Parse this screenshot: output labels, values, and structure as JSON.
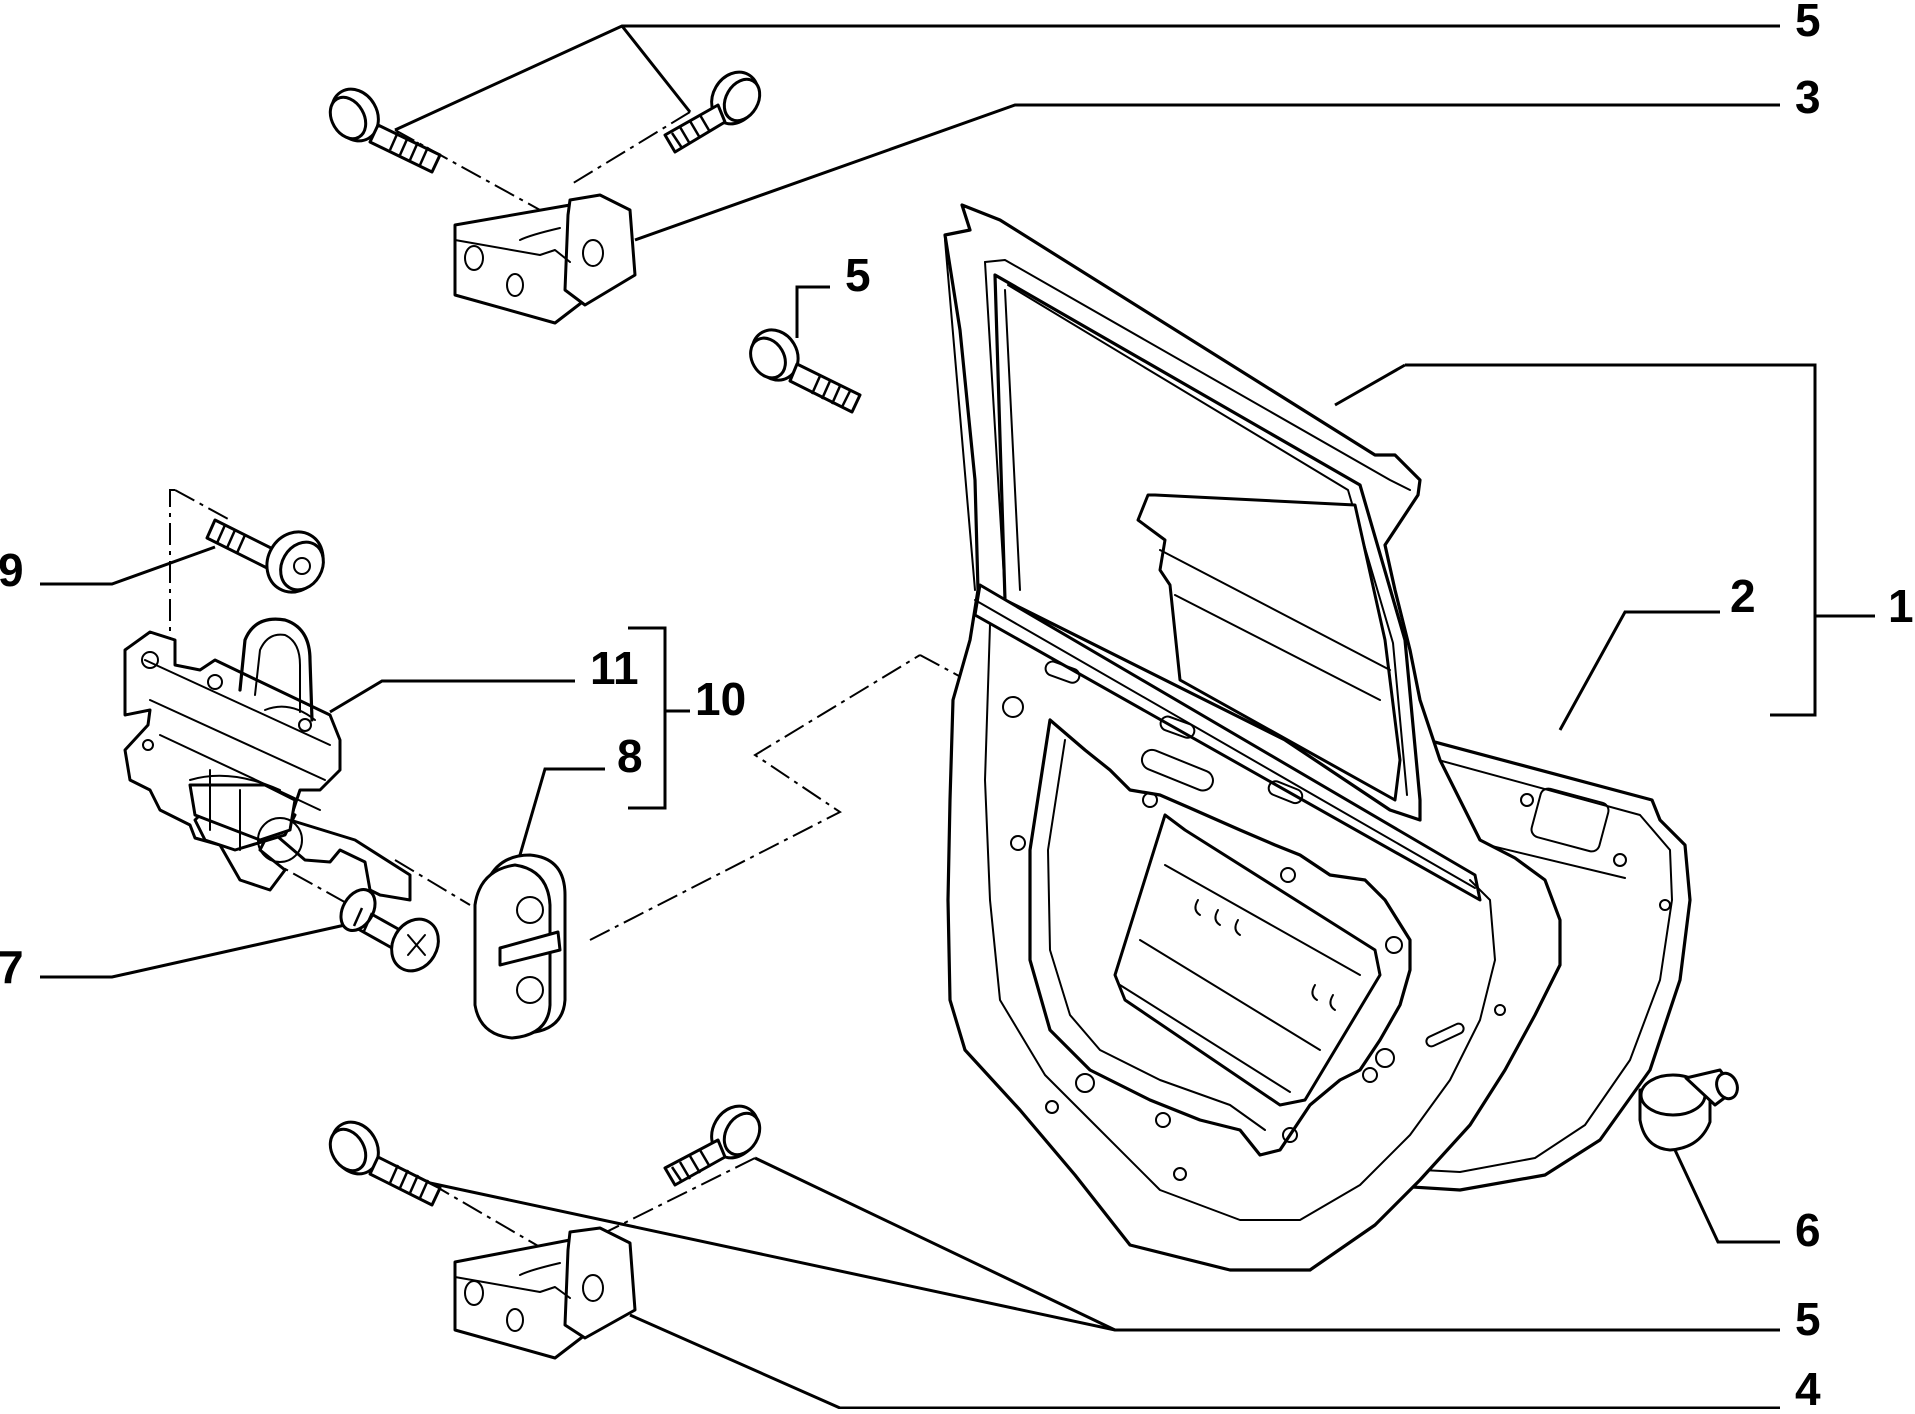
{
  "diagram": {
    "callouts": [
      {
        "id": "c5-top",
        "text": "5"
      },
      {
        "id": "c3",
        "text": "3"
      },
      {
        "id": "c5-mid",
        "text": "5"
      },
      {
        "id": "c1",
        "text": "1"
      },
      {
        "id": "c2",
        "text": "2"
      },
      {
        "id": "c9",
        "text": "9"
      },
      {
        "id": "c11",
        "text": "11"
      },
      {
        "id": "c10",
        "text": "10"
      },
      {
        "id": "c8",
        "text": "8"
      },
      {
        "id": "c7",
        "text": "7"
      },
      {
        "id": "c6",
        "text": "6"
      },
      {
        "id": "c5-bottom",
        "text": "5"
      },
      {
        "id": "c4",
        "text": "4"
      }
    ]
  }
}
